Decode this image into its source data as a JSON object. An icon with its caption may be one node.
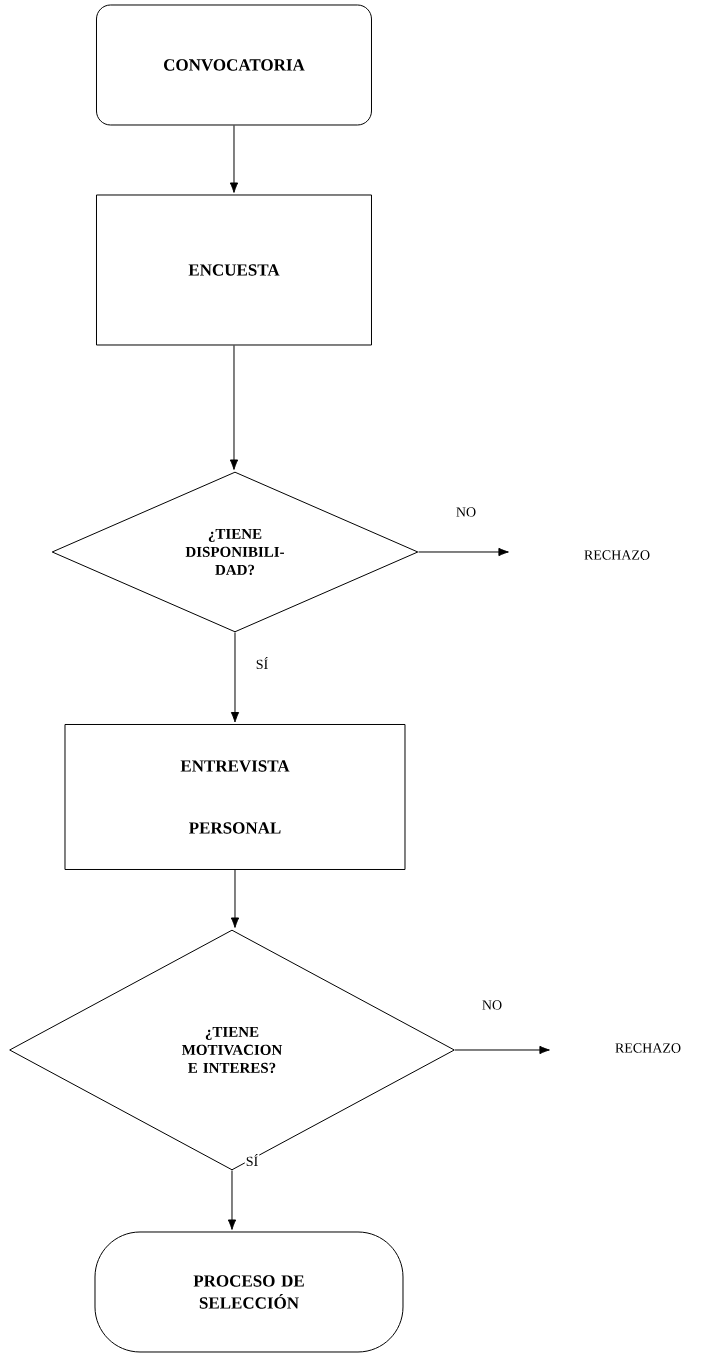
{
  "diagram": {
    "nodes": [
      {
        "text": [
          "CONVOCATORIA"
        ]
      },
      {
        "text": [
          "ENCUESTA"
        ]
      },
      {
        "text": [
          "¿TIENE DISPONIBILI- DAD?"
        ]
      },
      {
        "text": [
          "RECHAZO"
        ]
      },
      {
        "text": [
          "ENTREVISTA PERSONAL"
        ]
      },
      {
        "text": [
          "¿TIENE MOTIVACION E INTERES?"
        ]
      },
      {
        "text": [
          "RECHAZO"
        ]
      },
      {
        "text": [
          "PROCESO DE SELECCIÓN"
        ]
      }
    ],
    "edges": [
      {
        "from": 0,
        "to": 1,
        "arrow": "to"
      },
      {
        "from": 1,
        "to": 2,
        "arrow": "to"
      },
      {
        "from": 2,
        "to": 3,
        "arrow": "to",
        "label": "NO"
      },
      {
        "from": 2,
        "to": 4,
        "arrow": "to",
        "label": "SÍ"
      },
      {
        "from": 4,
        "to": 5,
        "arrow": "to"
      },
      {
        "from": 5,
        "to": 6,
        "arrow": "to",
        "label": "NO"
      },
      {
        "from": 5,
        "to": 7,
        "arrow": "to",
        "label": "SÍ"
      }
    ]
  }
}
